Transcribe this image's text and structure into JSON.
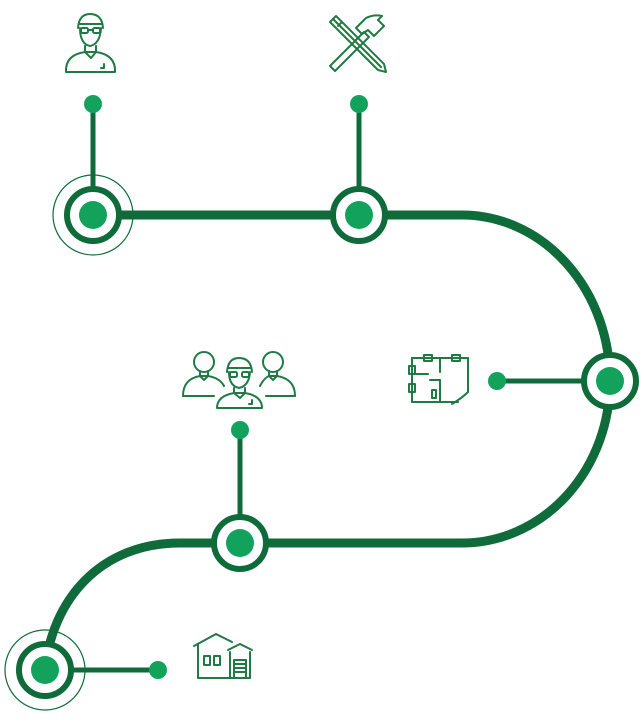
{
  "colors": {
    "path": "#0f6b3a",
    "node_fill": "#13a25b",
    "stem": "#0f6b3a",
    "icon": "#1f7a45",
    "background": "#ffffff"
  },
  "milestones": [
    {
      "id": "m1",
      "icon": "engineer-icon"
    },
    {
      "id": "m2",
      "icon": "tools-icon"
    },
    {
      "id": "m3",
      "icon": "floor-plan-icon"
    },
    {
      "id": "m4",
      "icon": "team-icon"
    },
    {
      "id": "m5",
      "icon": "house-icon"
    }
  ]
}
